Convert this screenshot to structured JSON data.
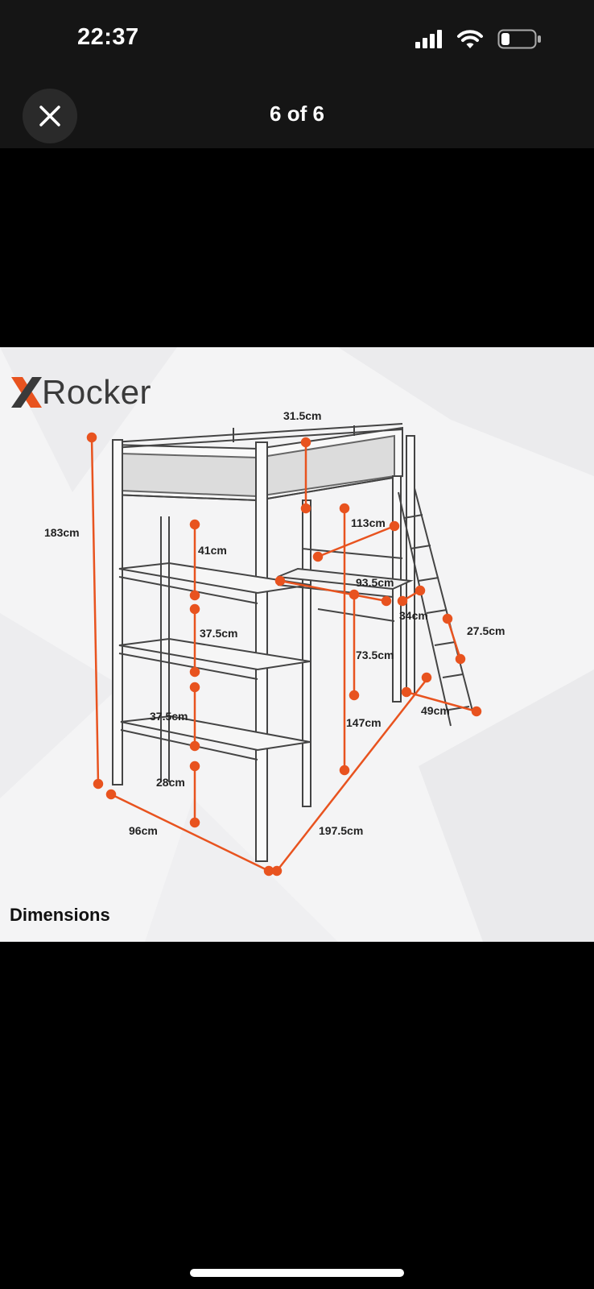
{
  "status": {
    "time": "22:37"
  },
  "nav": {
    "counter": "6 of 6"
  },
  "photo": {
    "brand": "Rocker",
    "caption": "Dimensions",
    "dimensions": {
      "total_height": "183cm",
      "top_width": "31.5cm",
      "desk_depth_upper": "113cm",
      "shelf_gap_top": "41cm",
      "desk_width": "93.5cm",
      "desk_depth": "34cm",
      "ladder_step": "27.5cm",
      "shelf_gap_mid": "37.5cm",
      "desk_height": "73.5cm",
      "under_height": "147cm",
      "shelf_gap_low": "37.5cm",
      "ladder_depth": "49cm",
      "bottom_gap": "28cm",
      "width": "96cm",
      "length": "197.5cm"
    },
    "accent_color": "#e8531f"
  }
}
